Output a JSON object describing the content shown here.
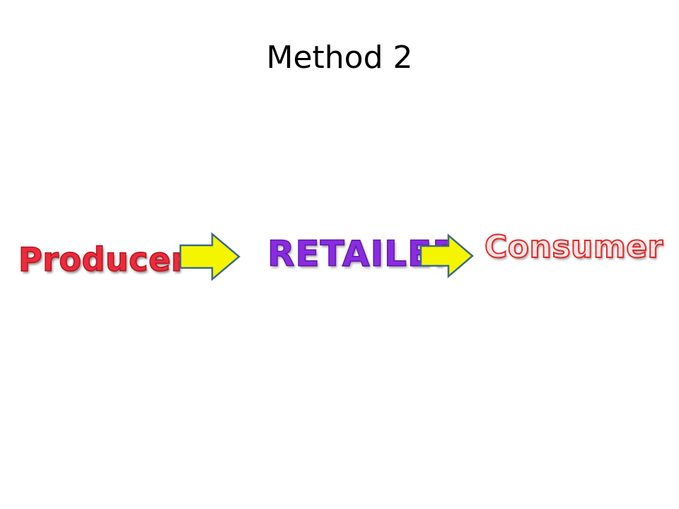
{
  "slide": {
    "title": "Method 2"
  },
  "diagram": {
    "nodes": [
      {
        "id": "producer",
        "label": "Producer",
        "color": "#ee2a3a"
      },
      {
        "id": "retailer",
        "label": "RETAILER",
        "color": "#8a2be2"
      },
      {
        "id": "consumer",
        "label": "Consumer",
        "color": "#e02a2a"
      }
    ],
    "edges": [
      {
        "from": "producer",
        "to": "retailer"
      },
      {
        "from": "retailer",
        "to": "consumer"
      }
    ],
    "arrow_fill": "#f5f500",
    "arrow_outline": "#3a6b8a"
  }
}
